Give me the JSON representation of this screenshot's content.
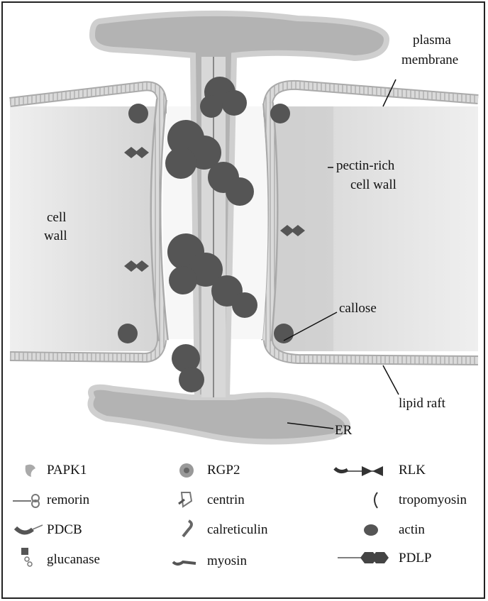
{
  "labels": {
    "plasma_membrane_1": "plasma",
    "plasma_membrane_2": "membrane",
    "pectin_1": "pectin-rich",
    "pectin_2": "cell wall",
    "cell_wall_1": "cell",
    "cell_wall_2": "wall",
    "callose": "callose",
    "lipid_raft": "lipid raft",
    "er": "ER"
  },
  "legend": [
    {
      "icon": "papk1-icon",
      "label": "PAPK1"
    },
    {
      "icon": "rgp2-icon",
      "label": "RGP2"
    },
    {
      "icon": "rlk-icon",
      "label": "RLK"
    },
    {
      "icon": "remorin-icon",
      "label": "remorin"
    },
    {
      "icon": "centrin-icon",
      "label": "centrin"
    },
    {
      "icon": "tropomyosin-icon",
      "label": "tropomyosin"
    },
    {
      "icon": "pdcb-icon",
      "label": "PDCB"
    },
    {
      "icon": "calreticulin-icon",
      "label": "calreticulin"
    },
    {
      "icon": "actin-icon",
      "label": "actin"
    },
    {
      "icon": "glucanase-icon",
      "label": "glucanase"
    },
    {
      "icon": "myosin-icon",
      "label": "myosin"
    },
    {
      "icon": "pdlp-icon",
      "label": "PDLP"
    }
  ],
  "colors": {
    "membrane": "#c9c9c9",
    "wall_light": "#e6e6e6",
    "wall_dark": "#cfcfcf",
    "er": "#a9a9a9",
    "protein_dark": "#4a4a4a"
  }
}
